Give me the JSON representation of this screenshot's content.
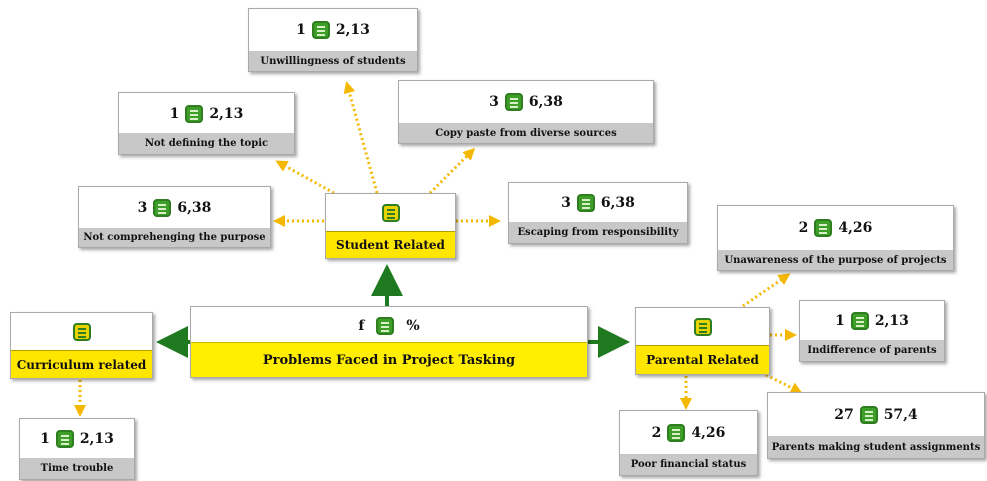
{
  "center": {
    "f": "f",
    "pct": "%",
    "label": "Problems Faced in Project Tasking"
  },
  "categories": {
    "student": "Student Related",
    "curriculum": "Curriculum related",
    "parental": "Parental Related"
  },
  "nodes": {
    "unwillingness": {
      "f": "1",
      "pct": "2,13",
      "label": "Unwillingness of students"
    },
    "not_defining": {
      "f": "1",
      "pct": "2,13",
      "label": "Not defining the topic"
    },
    "copy_paste": {
      "f": "3",
      "pct": "6,38",
      "label": "Copy paste from diverse sources"
    },
    "not_comprehending": {
      "f": "3",
      "pct": "6,38",
      "label": "Not comprehenging the purpose"
    },
    "escaping": {
      "f": "3",
      "pct": "6,38",
      "label": "Escaping from responsibility"
    },
    "unawareness": {
      "f": "2",
      "pct": "4,26",
      "label": "Unawareness of the purpose of projects"
    },
    "indifference": {
      "f": "1",
      "pct": "2,13",
      "label": "Indifference of parents"
    },
    "parents_making": {
      "f": "27",
      "pct": "57,4",
      "label": "Parents making student assignments"
    },
    "poor_financial": {
      "f": "2",
      "pct": "4,26",
      "label": "Poor financial status"
    },
    "time_trouble": {
      "f": "1",
      "pct": "2,13",
      "label": "Time trouble"
    }
  },
  "colors": {
    "primary_arrow": "#1f7a1f",
    "secondary_arrow": "#f5b800",
    "category_fill": "#ffe600",
    "icon": "#3f9d2a"
  }
}
